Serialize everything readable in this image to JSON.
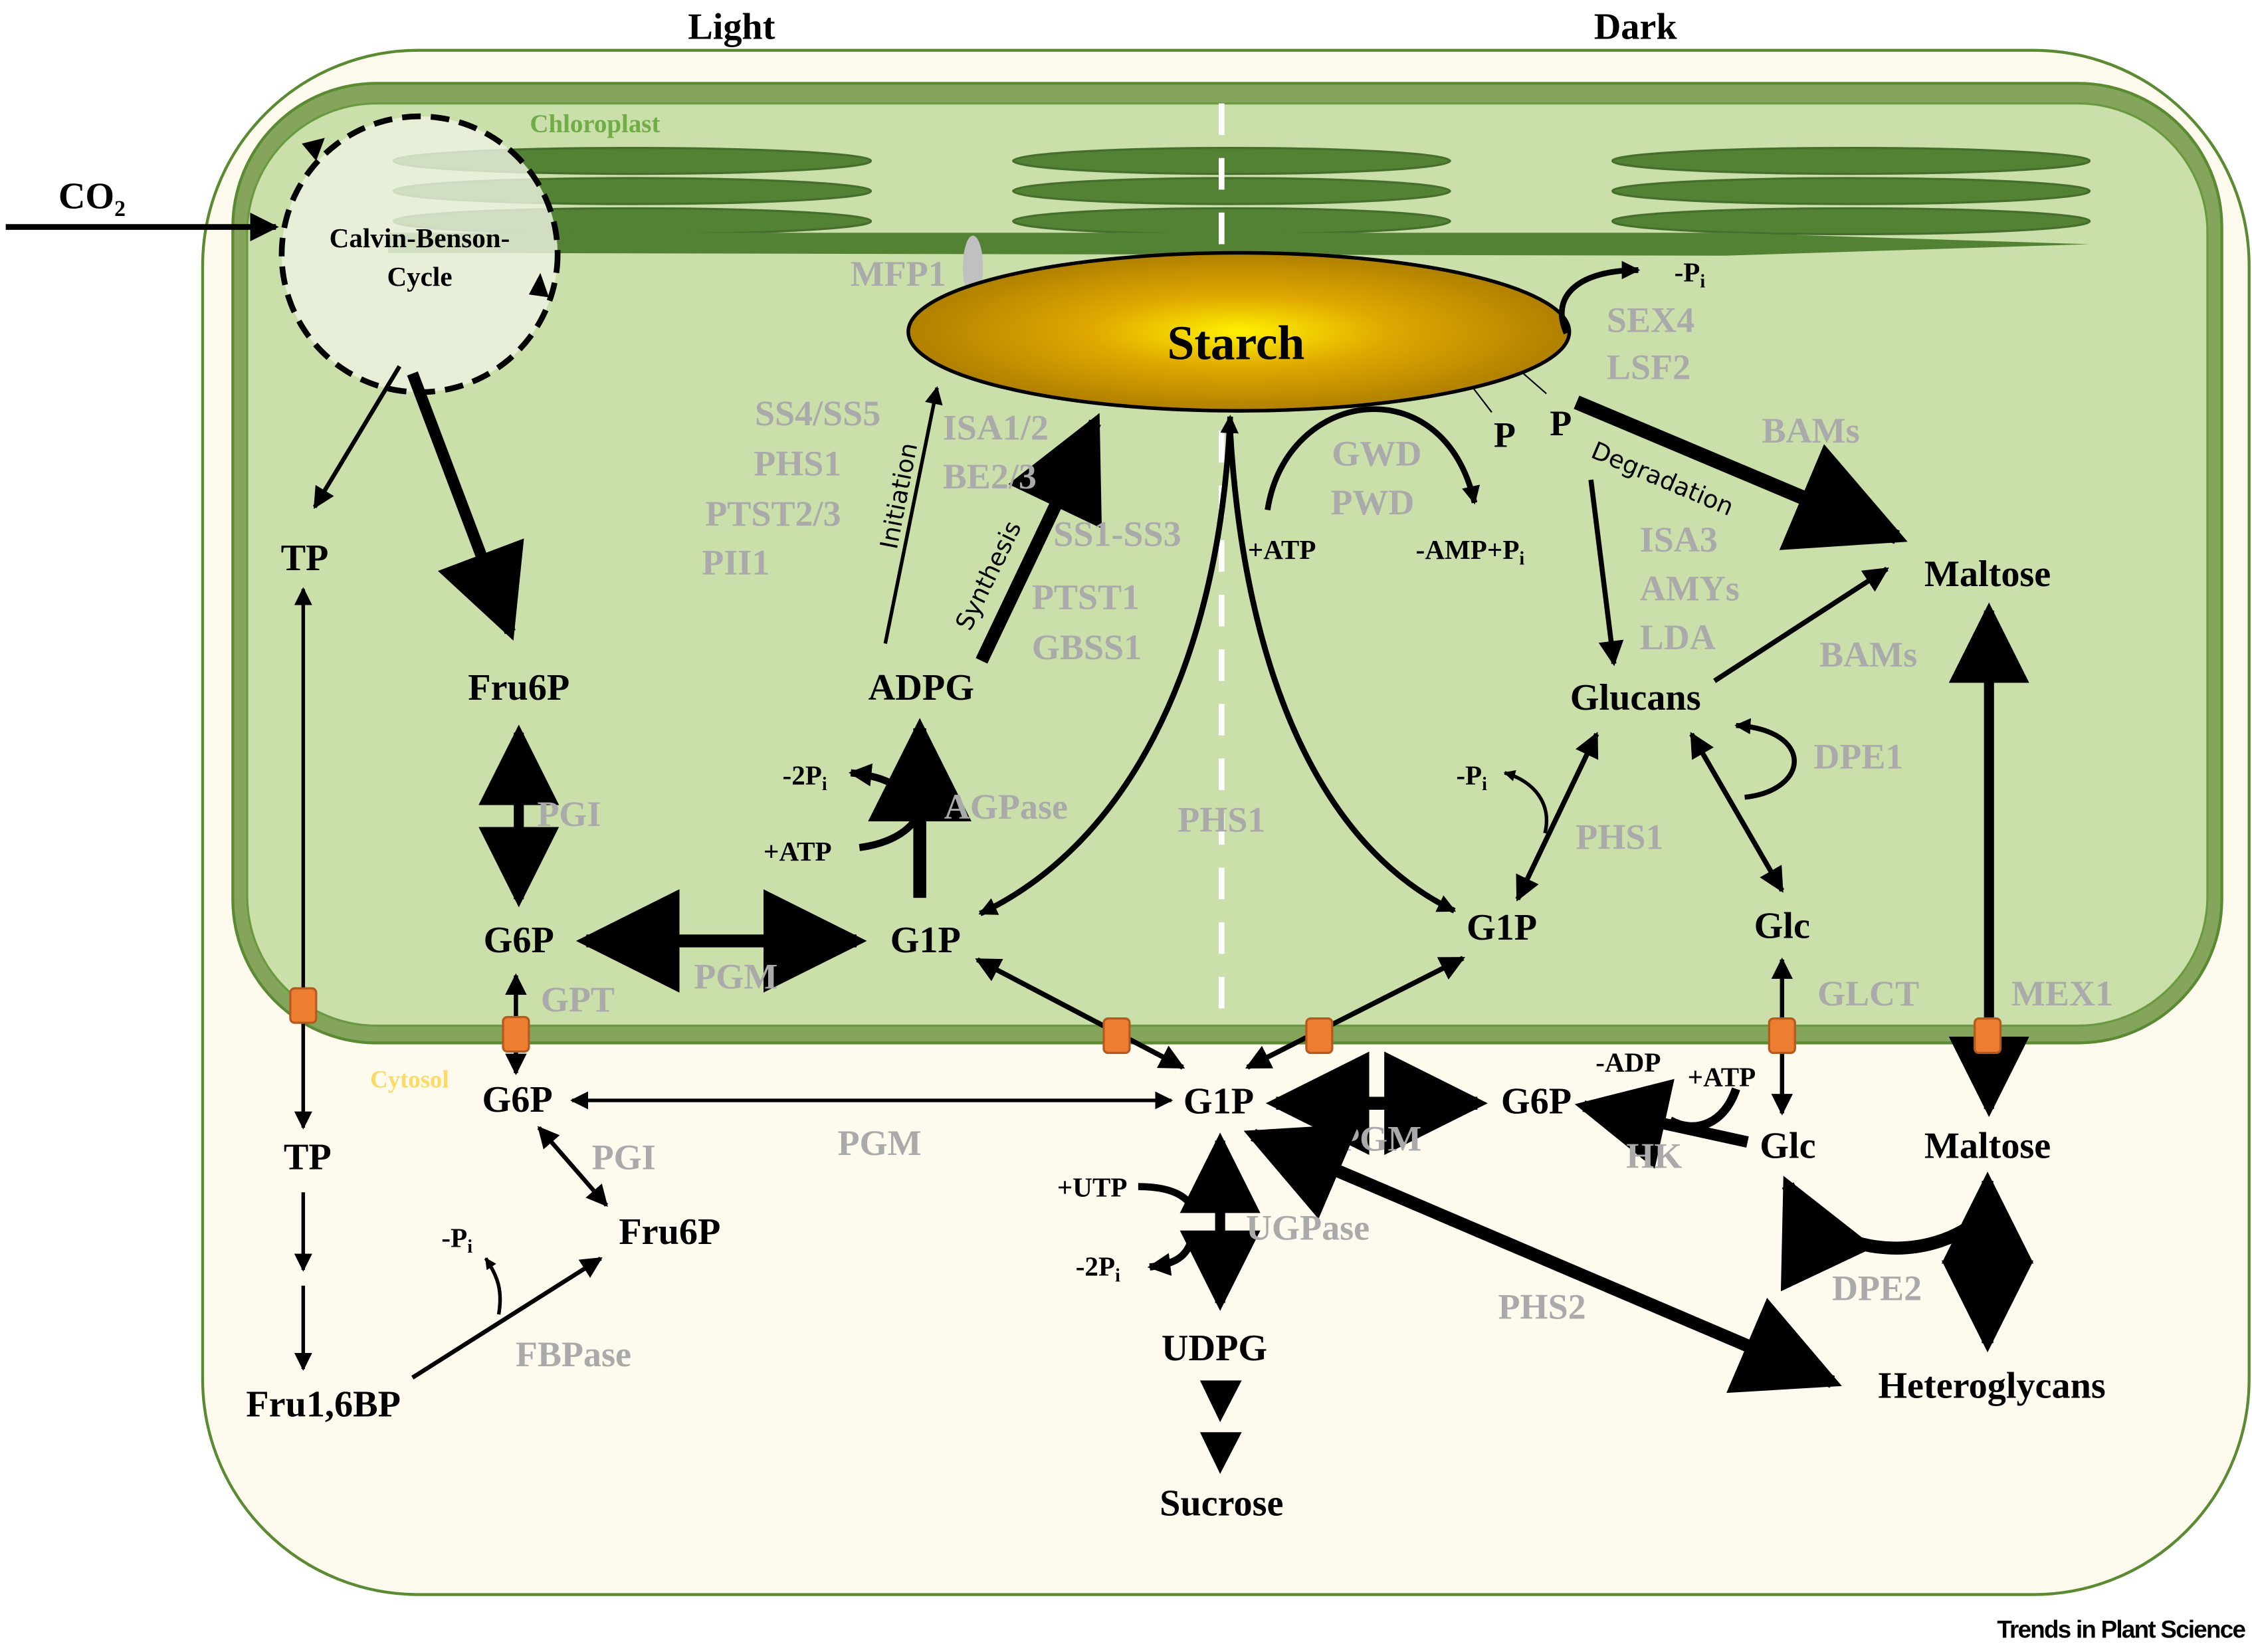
{
  "headers": {
    "light": "Light",
    "dark": "Dark"
  },
  "compartments": {
    "chloroplast": "Chloroplast",
    "cytosol": "Cytosol"
  },
  "inputs": {
    "co2": "CO₂"
  },
  "calvin_cycle": {
    "line1": "Calvin-Benson-",
    "line2": "Cycle"
  },
  "starch": {
    "label": "Starch"
  },
  "metabolites": {
    "tp_chloro": "TP",
    "fru6p_chloro": "Fru6P",
    "g6p_chloro": "G6P",
    "g1p_chloro_light": "G1P",
    "adpg": "ADPG",
    "g1p_chloro_dark": "G1P",
    "glucans": "Glucans",
    "maltose_chloro": "Maltose",
    "glc_chloro": "Glc",
    "p1": "P",
    "p2": "P",
    "tp_cyto": "TP",
    "fru16bp": "Fru1,6BP",
    "g6p_cyto": "G6P",
    "fru6p_cyto": "Fru6P",
    "g1p_cyto": "G1P",
    "g6p_cyto_right": "G6P",
    "glc_cyto": "Glc",
    "maltose_cyto": "Maltose",
    "udpg": "UDPG",
    "sucrose": "Sucrose",
    "heteroglycans": "Heteroglycans"
  },
  "enzymes": {
    "mfp1": "MFP1",
    "initiation": [
      "SS4/SS5",
      "PHS1",
      "PTST2/3",
      "PII1"
    ],
    "isa_be": [
      "ISA1/2",
      "BE2/3"
    ],
    "synthesis": [
      "SS1-SS3",
      "PTST1",
      "GBSS1"
    ],
    "sex4_lsf2": [
      "SEX4",
      "LSF2"
    ],
    "gwd_pwd": [
      "GWD",
      "PWD"
    ],
    "bams_top": "BAMs",
    "degradation": [
      "ISA3",
      "AMYs",
      "LDA"
    ],
    "bams_glucans": "BAMs",
    "dpe1": "DPE1",
    "phs1_dark": "PHS1",
    "phs1_center": "PHS1",
    "agpase": "AGPase",
    "pgi_chloro": "PGI",
    "pgm_chloro": "PGM",
    "gpt": "GPT",
    "glct": "GLCT",
    "mex1": "MEX1",
    "pgi_cyto": "PGI",
    "pgm_cyto_left": "PGM",
    "fbpase": "FBPase",
    "pgm_cyto_right": "PGM",
    "hk": "HK",
    "ugpase": "UGPase",
    "phs2": "PHS2",
    "dpe2": "DPE2"
  },
  "cofactors": {
    "minus_pi_sex4": "-P",
    "minus_2pi_agpase": "-2P",
    "plus_atp_agpase": "+ATP",
    "plus_atp_gwd": "+ATP",
    "minus_amp_pi": "-AMP+P",
    "minus_pi_phs1": "-P",
    "minus_pi_fbpase": "-P",
    "plus_utp": "+UTP",
    "minus_2pi_ugpase": "-2P",
    "minus_adp": "-ADP",
    "plus_atp_hk": "+ATP",
    "subscript_i": "i"
  },
  "processes": {
    "initiation": "Initiation",
    "synthesis": "Synthesis",
    "degradation": "Degradation"
  },
  "credit": "Trends in Plant Science",
  "colors": {
    "cytosol_fill": "#fefaee",
    "cell_border": "#5a8a32",
    "envelope": "#86a55c",
    "stroma": "#cbdfaa",
    "thylakoid": "#548235",
    "starch_center": "#fff200",
    "starch_edge": "#b8860b",
    "transporter": "#ed7d31",
    "enzyme_text": "#aaaaaa",
    "chloroplast_label": "#70ad47",
    "cytosol_label": "#ffd966"
  }
}
